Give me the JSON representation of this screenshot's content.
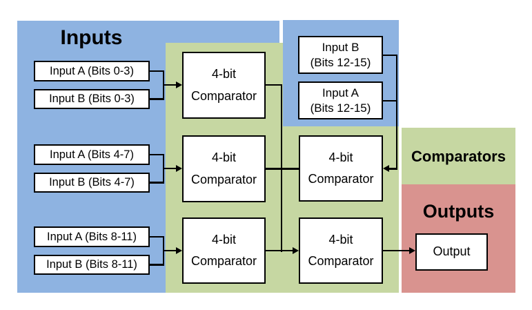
{
  "sections": {
    "inputs": {
      "label": "Inputs"
    },
    "comparators": {
      "label": "Comparators"
    },
    "outputs": {
      "label": "Outputs"
    }
  },
  "inputs": {
    "a_0_3": "Input A (Bits 0-3)",
    "b_0_3": "Input B (Bits 0-3)",
    "a_4_7": "Input A (Bits 4-7)",
    "b_4_7": "Input B (Bits 4-7)",
    "a_8_11": "Input A (Bits 8-11)",
    "b_8_11": "Input B (Bits 8-11)",
    "b_12_15_line1": "Input B",
    "b_12_15_line2": "(Bits 12-15)",
    "a_12_15_line1": "Input A",
    "a_12_15_line2": "(Bits 12-15)"
  },
  "comparator": {
    "line1": "4-bit",
    "line2": "Comparator"
  },
  "output": {
    "label": "Output"
  },
  "colors": {
    "inputs_blue": "#8EB3E1",
    "comparators_green": "#C6D7A2",
    "outputs_red": "#D9938F",
    "wire_black": "#000000",
    "box_fill": "#FFFFFF"
  }
}
